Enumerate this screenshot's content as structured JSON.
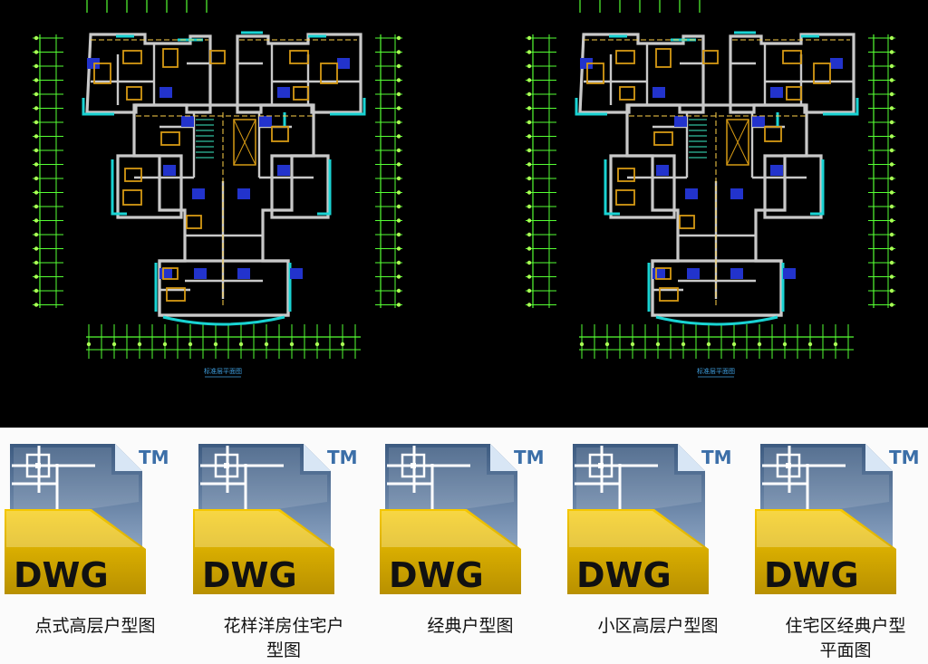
{
  "cad_preview": {
    "background": "#000000",
    "colors": {
      "wall": "#c9c9c9",
      "balcony": "#19d3d3",
      "door": "#2233cc",
      "furniture": "#d69a14",
      "dimension": "#55ff33",
      "axis_bubble": "#aaff55",
      "center_line": "#ffd24a",
      "stair": "#30c0a0",
      "caption": "#3f9fe0"
    },
    "plans": [
      {
        "caption": "标准层平面图"
      },
      {
        "caption": "标准层平面图"
      }
    ]
  },
  "files": [
    {
      "format": "DWG",
      "mark": "TM",
      "name_line1": "点式高层户型图",
      "name_line2": ""
    },
    {
      "format": "DWG",
      "mark": "TM",
      "name_line1": "花样洋房住宅户",
      "name_line2": "型图"
    },
    {
      "format": "DWG",
      "mark": "TM",
      "name_line1": "经典户型图",
      "name_line2": ""
    },
    {
      "format": "DWG",
      "mark": "TM",
      "name_line1": "小区高层户型图",
      "name_line2": ""
    },
    {
      "format": "DWG",
      "mark": "TM",
      "name_line1": "住宅区经典户型",
      "name_line2": "平面图"
    }
  ],
  "icon_colors": {
    "page_top": "#3c5a80",
    "page_bottom": "#9fb6d3",
    "fold": "#d8e6f5",
    "band": "#f6c800",
    "band_dark": "#b89000",
    "band_light": "#fdf3c0",
    "text": "#111111",
    "tm": "#3c6fa8"
  }
}
